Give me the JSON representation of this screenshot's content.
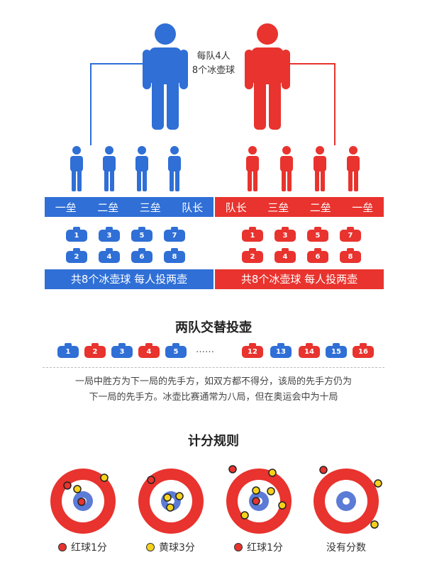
{
  "top_label": {
    "line1": "每队4人",
    "line2": "8个冰壶球"
  },
  "colors": {
    "blue": "#2f6fd6",
    "red": "#e8332e",
    "yellow": "#f5d21a"
  },
  "blue_positions": [
    "一垒",
    "二垒",
    "三垒",
    "队长"
  ],
  "red_positions": [
    "队长",
    "三垒",
    "二垒",
    "一垒"
  ],
  "blue_stones": [
    "1",
    "3",
    "5",
    "7",
    "2",
    "4",
    "6",
    "8"
  ],
  "red_stones": [
    "1",
    "3",
    "5",
    "7",
    "2",
    "4",
    "6",
    "8"
  ],
  "blue_caption": "共8个冰壶球 每人投两壶",
  "red_caption": "共8个冰壶球 每人投两壶",
  "alternate_title": "两队交替投壶",
  "sequence": [
    {
      "n": "1",
      "team": "blue"
    },
    {
      "n": "2",
      "team": "red"
    },
    {
      "n": "3",
      "team": "blue"
    },
    {
      "n": "4",
      "team": "red"
    },
    {
      "n": "5",
      "team": "blue"
    },
    {
      "n": "……",
      "team": "none"
    },
    {
      "n": "12",
      "team": "red"
    },
    {
      "n": "13",
      "team": "blue"
    },
    {
      "n": "14",
      "team": "red"
    },
    {
      "n": "15",
      "team": "blue"
    },
    {
      "n": "16",
      "team": "red"
    }
  ],
  "note_line1": "一局中胜方为下一局的先手方，如双方都不得分，该局的先手方仍为",
  "note_line2": "下一局的先手方。冰壶比赛通常为八局，但在奥运会中为十局",
  "scoring_title": "计分规则",
  "scoring": [
    {
      "legend": "红球1分",
      "dot": "red"
    },
    {
      "legend": "黄球3分",
      "dot": "yellow"
    },
    {
      "legend": "红球1分",
      "dot": "red"
    },
    {
      "legend": "没有分数",
      "dot": "none"
    }
  ]
}
